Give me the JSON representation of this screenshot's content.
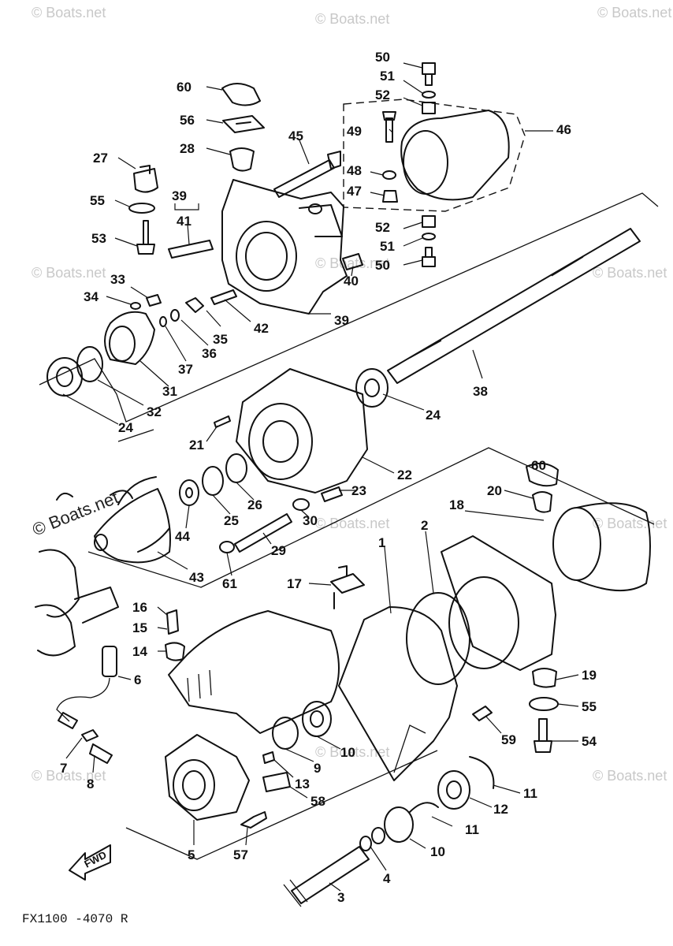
{
  "watermark": "© Boats.net",
  "drawing_code": "FX1100 -4070 R",
  "fwd_label": "FWD",
  "callouts": {
    "c1": "1",
    "c2": "2",
    "c3": "3",
    "c4": "4",
    "c5": "5",
    "c6": "6",
    "c7": "7",
    "c8": "8",
    "c9": "9",
    "c10a": "10",
    "c10b": "10",
    "c11a": "11",
    "c11b": "11",
    "c12": "12",
    "c13": "13",
    "c14": "14",
    "c15": "15",
    "c16": "16",
    "c17": "17",
    "c18": "18",
    "c19": "19",
    "c20": "20",
    "c21": "21",
    "c22": "22",
    "c23": "23",
    "c24a": "24",
    "c24b": "24",
    "c25": "25",
    "c26": "26",
    "c27": "27",
    "c28": "28",
    "c29": "29",
    "c30": "30",
    "c31": "31",
    "c32": "32",
    "c33": "33",
    "c34": "34",
    "c35": "35",
    "c36": "36",
    "c37": "37",
    "c38": "38",
    "c39a": "39",
    "c39b": "39",
    "c40": "40",
    "c41": "41",
    "c42": "42",
    "c43": "43",
    "c44": "44",
    "c45": "45",
    "c46": "46",
    "c47": "47",
    "c48": "48",
    "c49": "49",
    "c50a": "50",
    "c50b": "50",
    "c51a": "51",
    "c51b": "51",
    "c52a": "52",
    "c52b": "52",
    "c53": "53",
    "c54": "54",
    "c55a": "55",
    "c55b": "55",
    "c56": "56",
    "c57": "57",
    "c58": "58",
    "c59": "59",
    "c60a": "60",
    "c60b": "60",
    "c61": "61"
  }
}
